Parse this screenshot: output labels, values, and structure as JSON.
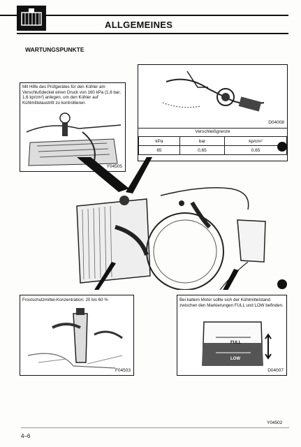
{
  "header": {
    "title": "ALLGEMEINES",
    "icon": "radiator-icon"
  },
  "section_title": "WARTUNGSPUNKTE",
  "top_left_panel": {
    "caption": "Mit Hilfe des Prüfgerätes für den Kühler am Verschlußdeckel einen Druck von 160 kPa (1,6 bar; 1,6 kp/cm²) anlegen, um den Kühler auf Kühlmittelaustritt zu kontrollieren.",
    "code": "Y04505"
  },
  "top_right_panel": {
    "code": "D04008",
    "table_title": "Verschleißgrenze",
    "table_headers": [
      "kPa",
      "bar",
      "kp/cm²"
    ],
    "table_values": [
      "65",
      "0,65",
      "0,65"
    ]
  },
  "bottom_left_panel": {
    "caption": "Frostschutzmittel-Konzentration: 20 bis 60 %",
    "code": "F04503"
  },
  "bottom_right_panel": {
    "caption": "Bei kaltem Motor sollte sich der Kühlmittelstand zwischen den Markierungen FULL und LOW befinden.",
    "code": "D04007",
    "full_label": "FULL",
    "low_label": "LOW"
  },
  "footer": {
    "figure_code": "Y04502",
    "page_number": "4–6"
  }
}
